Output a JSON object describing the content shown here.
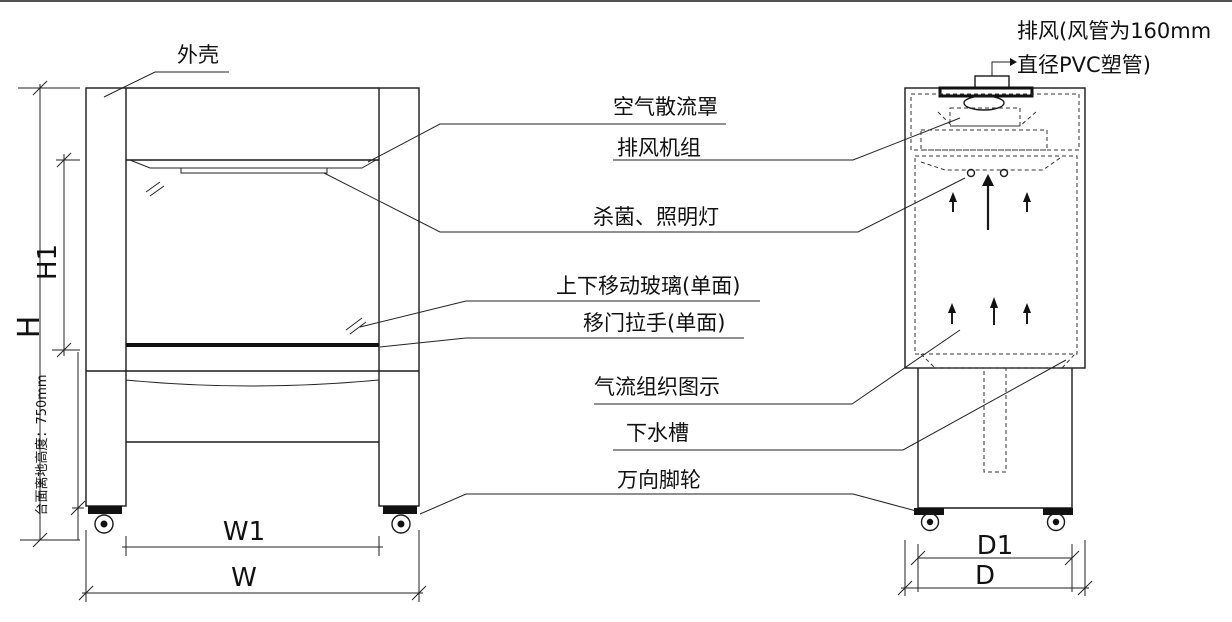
{
  "labels": {
    "shell": "外壳",
    "air_diffuser": "空气散流罩",
    "exhaust_unit": "排风机组",
    "uv_light": "杀菌、照明灯",
    "glass": "上下移动玻璃(单面)",
    "handle": "移门拉手(单面)",
    "airflow": "气流组织图示",
    "sink": "下水槽",
    "casters": "万向脚轮",
    "exhaust_line1": "排风(风管为160mm",
    "exhaust_line2": "直径PVC塑管)"
  },
  "dimensions": {
    "H": "H",
    "H1": "H1",
    "table_height": "台面离地高度：750mm",
    "W1": "W1",
    "W": "W",
    "D1": "D1",
    "D": "D"
  }
}
